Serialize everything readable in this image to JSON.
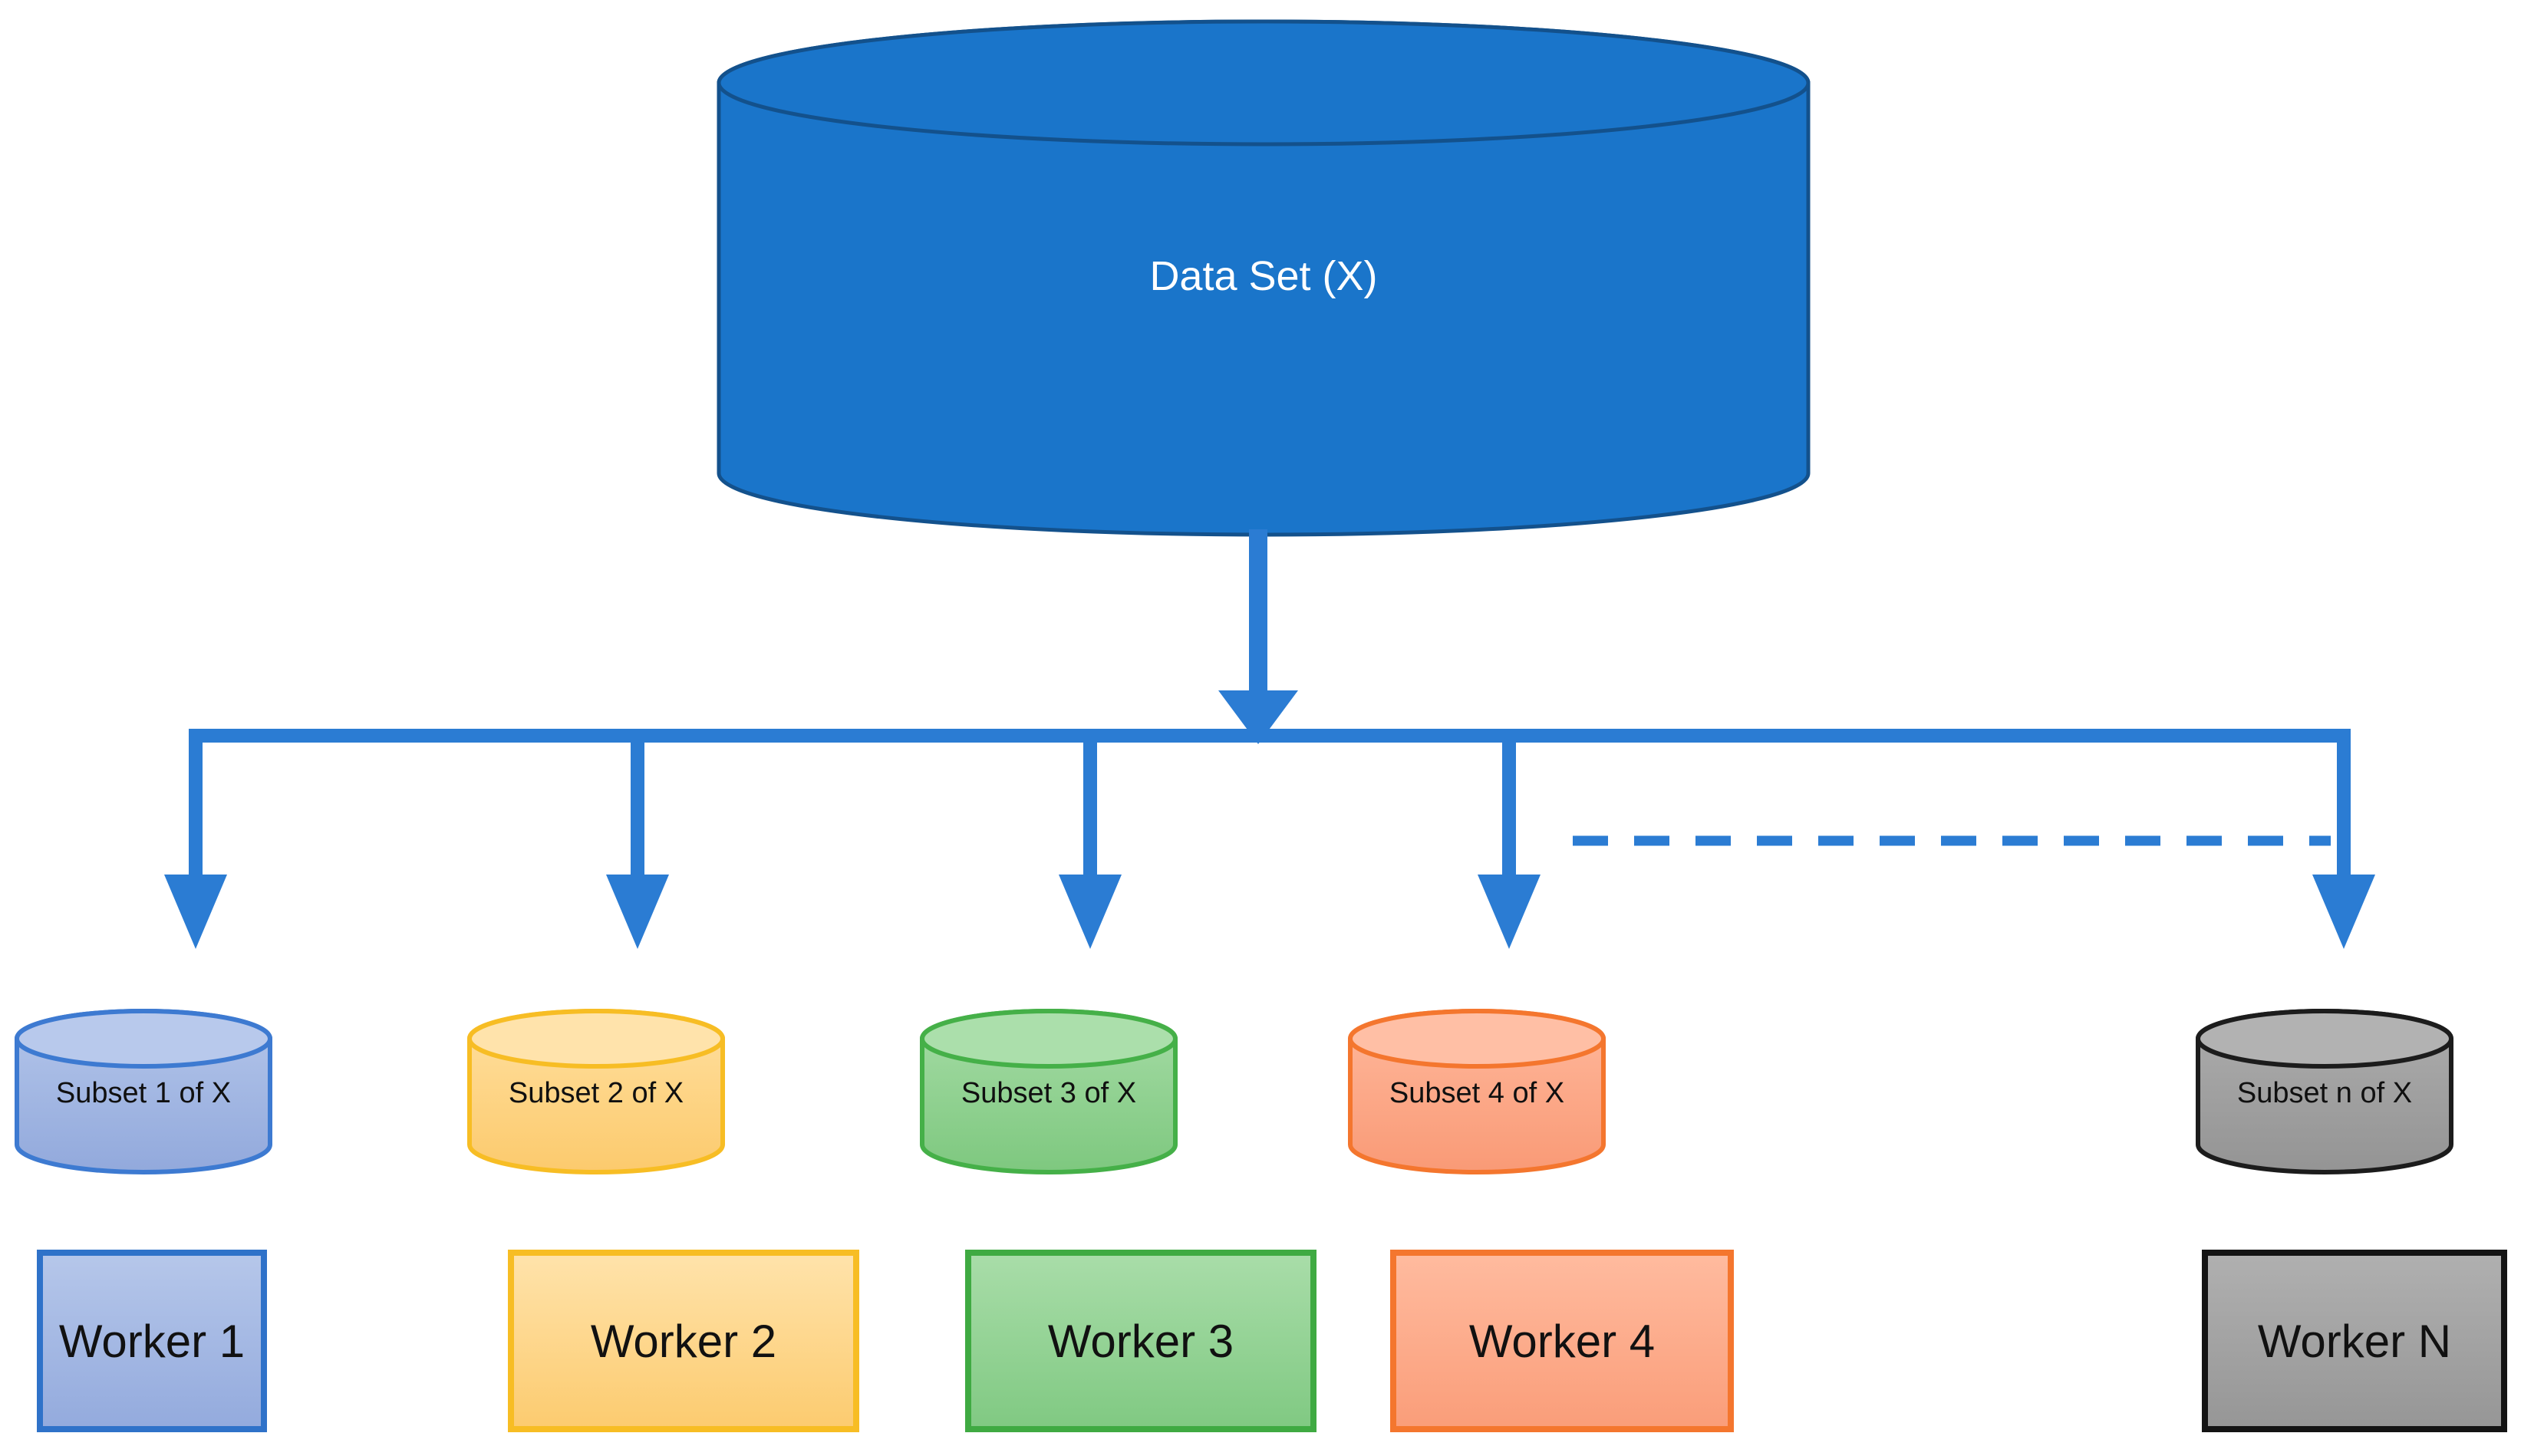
{
  "diagram": {
    "title": "Data Set (X)",
    "main_store": {
      "label": "Data Set (X)",
      "fill": "#1a75ca",
      "stroke": "#14558f",
      "text_color": "#ffffff"
    },
    "connector": {
      "color": "#2b7cd3",
      "bus_label": "",
      "continuation_style": "dashed"
    },
    "subsets": [
      {
        "label": "Subset 1 of X",
        "fill": "#9cb3e0",
        "fill_light": "#b4c6ea",
        "stroke": "#3d7ad1"
      },
      {
        "label": "Subset 2 of X",
        "fill": "#fcd383",
        "fill_light": "#ffe0a0",
        "stroke": "#f7bd24"
      },
      {
        "label": "Subset 3 of X",
        "fill": "#8bd08b",
        "fill_light": "#a6dca6",
        "stroke": "#45b048"
      },
      {
        "label": "Subset 4 of X",
        "fill": "#fba483",
        "fill_light": "#ffb89c",
        "stroke": "#f4762e"
      },
      {
        "label": "Subset n of X",
        "fill": "#9b9b9b",
        "fill_light": "#adadad",
        "stroke": "#1c1c1c"
      }
    ],
    "workers": [
      {
        "label": "Worker 1",
        "fill": "#9cb3e0",
        "fill_light": "#b4c6ea",
        "stroke": "#2f72c9"
      },
      {
        "label": "Worker 2",
        "fill": "#fcd383",
        "fill_light": "#ffe3ab",
        "stroke": "#f7bd24"
      },
      {
        "label": "Worker 3",
        "fill": "#8bd08b",
        "fill_light": "#a9dda9",
        "stroke": "#3faa42"
      },
      {
        "label": "Worker 4",
        "fill": "#fba483",
        "fill_light": "#ffbb9f",
        "stroke": "#f4762e"
      },
      {
        "label": "Worker N",
        "fill": "#9b9b9b",
        "fill_light": "#b0b0b0",
        "stroke": "#141414"
      }
    ]
  }
}
